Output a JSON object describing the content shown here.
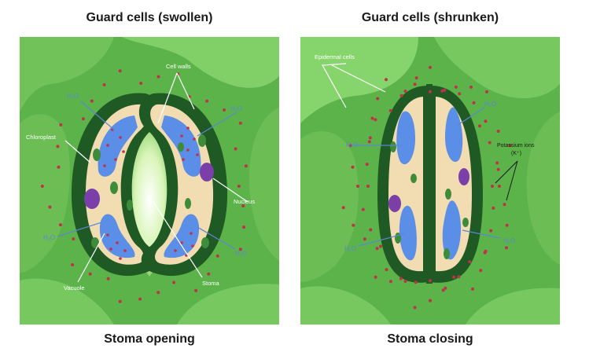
{
  "left": {
    "title": "Guard cells (swollen)",
    "caption": "Stoma opening",
    "labels": {
      "cell_walls": "Cell walls",
      "chloroplast": "Chloroplast",
      "nucleus": "Nucleus",
      "vacuole": "Vacuole",
      "stoma": "Stoma",
      "water": "H₂O"
    }
  },
  "right": {
    "title": "Guard cells (shrunken)",
    "caption": "Stoma closing",
    "labels": {
      "epidermal_cells": "Epidermal cells",
      "potassium_line1": "Potassium ions",
      "potassium_line2": "(K⁺)",
      "water": "H₂O"
    }
  },
  "colors": {
    "background": "#5cb34a",
    "epidermal_cell": "#7ccc62",
    "cell_wall": "#1f5a25",
    "cytoplasm": "#f2dcb2",
    "vacuole": "#5b8ee6",
    "nucleus": "#7a3fa8",
    "chloroplast": "#3e8c3a",
    "potassium_ion": "#c2304a",
    "water_label": "#5b86d6",
    "stoma_pore": "#eafbd2"
  }
}
